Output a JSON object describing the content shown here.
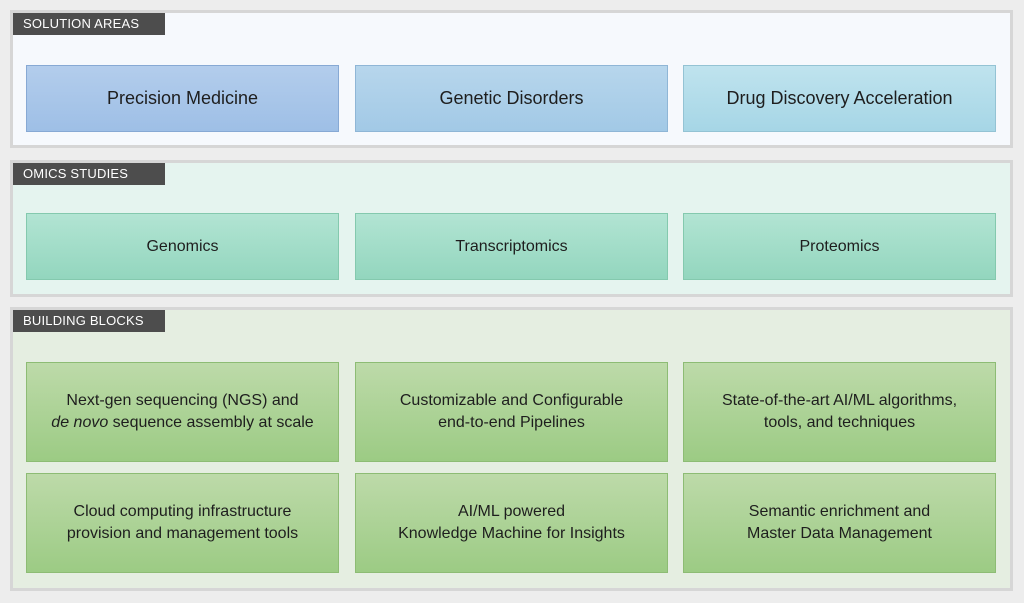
{
  "solution_areas": {
    "label": "SOLUTION AREAS",
    "items": [
      "Precision Medicine",
      "Genetic Disorders",
      "Drug Discovery Acceleration"
    ]
  },
  "omics_studies": {
    "label": "OMICS STUDIES",
    "items": [
      "Genomics",
      "Transcriptomics",
      "Proteomics"
    ]
  },
  "building_blocks": {
    "label": "BUILDING BLOCKS",
    "items": [
      {
        "line1": "Next-gen sequencing (NGS) and",
        "line2_em": "de novo",
        "line2_rest": " sequence assembly at scale"
      },
      {
        "line1": "Customizable and Configurable",
        "line2": "end-to-end Pipelines"
      },
      {
        "line1": "State-of-the-art AI/ML algorithms,",
        "line2": "tools, and techniques"
      },
      {
        "line1": "Cloud computing infrastructure",
        "line2": "provision and management tools"
      },
      {
        "line1": "AI/ML powered",
        "line2": "Knowledge Machine for Insights"
      },
      {
        "line1": "Semantic enrichment and",
        "line2": "Master Data Management"
      }
    ]
  },
  "colors": {
    "label_bg": "#4d4d4d",
    "solution_box": "#9ebfe6",
    "omics_box": "#93d6be",
    "blocks_box": "#9ccb84"
  }
}
